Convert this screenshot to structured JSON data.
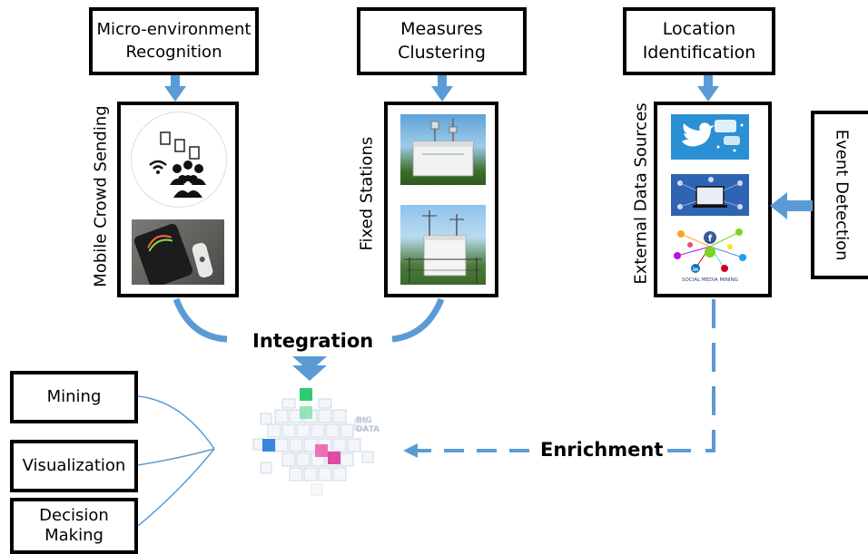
{
  "top_boxes": {
    "micro_env": "Micro-environment Recognition",
    "micro_env_line1": "Micro-environment",
    "micro_env_line2": "Recognition",
    "measures_line1": "Measures",
    "measures_line2": "Clustering",
    "location_line1": "Location",
    "location_line2": "Identification"
  },
  "panels": {
    "mobile": "Mobile Crowd Sending",
    "fixed": "Fixed Stations",
    "external": "External Data Sources"
  },
  "side": {
    "event_detection": "Event Detection"
  },
  "center": {
    "integration": "Integration",
    "enrichment": "Enrichment",
    "big_data_line1": "BIG",
    "big_data_line2": "DATA",
    "social_media_mining": "SOCIAL MEDIA MINING"
  },
  "left_boxes": {
    "mining": "Mining",
    "visualization": "Visualization",
    "decision_line1": "Decision",
    "decision_line2": "Making"
  },
  "colors": {
    "arrow_blue": "#5b9bd5",
    "twitter_blue": "#2b8fd6",
    "border": "#000000"
  }
}
